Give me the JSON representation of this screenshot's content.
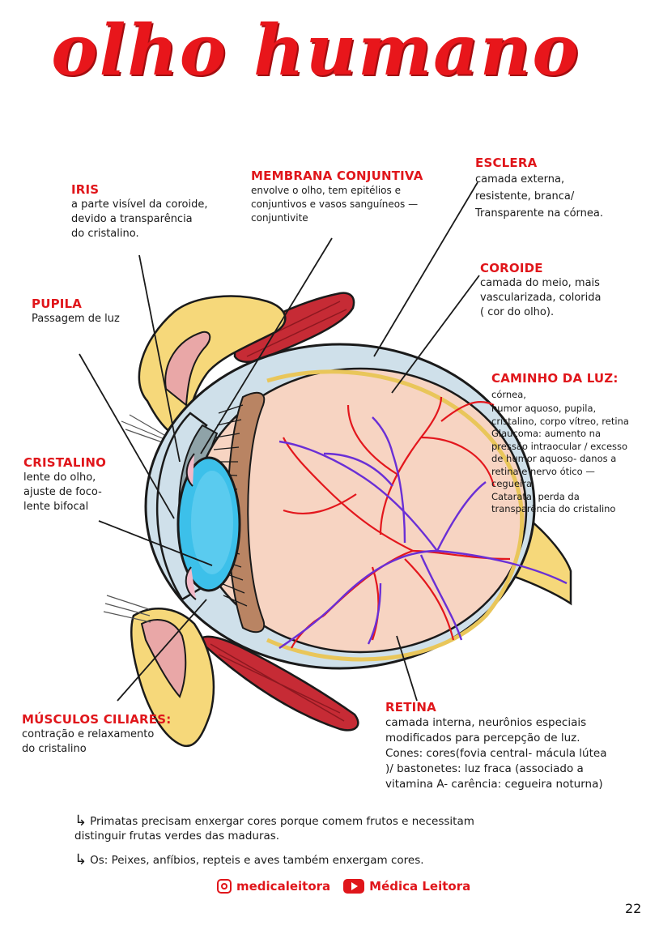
{
  "title": "olho humano",
  "labels": {
    "iris": {
      "heading": "IRIS",
      "body": "a parte visível da coroide,\ndevido a transparência\ndo cristalino."
    },
    "membrana": {
      "heading": "MEMBRANA CONJUNTIVA",
      "body": "envolve o olho, tem epitélios e\nconjuntivos e vasos sanguíneos —\nconjuntivite"
    },
    "esclera": {
      "heading": "ESCLERA",
      "body": " camada externa,\nresistente, branca/\nTransparente na córnea."
    },
    "coroide": {
      "heading": "COROIDE",
      "body": "camada do meio, mais\nvascularizada, colorida\n( cor do olho)."
    },
    "pupila": {
      "heading": "PUPILA",
      "body": "Passagem de luz"
    },
    "caminho": {
      "heading": "CAMINHO DA LUZ:",
      "inline": " córnea,",
      "body": "humor aquoso, pupila,\ncristalino, corpo vítreo, retina\nGlaucoma: aumento na\npressão intraocular / excesso\nde humor aquoso- danos a\nretina e nervo ótico —\ncegueira.\nCatarata: perda da\ntransparência do cristalino"
    },
    "cristalino": {
      "heading": "CRISTALINO",
      "body": " lente do olho,\najuste de foco-\nlente bifocal"
    },
    "musculos": {
      "heading": "MÚSCULOS CILIARES:",
      "body": "contração e relaxamento\ndo cristalino"
    },
    "retina": {
      "heading": "RETINA",
      "body": "camada interna, neurônios especiais\nmodificados para percepção de luz.\nCones: cores(fovia central- mácula lútea\n)/ bastonetes: luz fraca (associado a\nvitamina A- carência: cegueira noturna)"
    }
  },
  "notes": [
    "Primatas precisam enxergar cores porque comem frutos e necessitam distinguir frutas verdes das maduras.",
    "Os: Peixes, anfíbios, repteis e aves também enxergam cores."
  ],
  "footer": {
    "instagram": "medicaleitora",
    "youtube": "Médica Leitora"
  },
  "page_number": "22",
  "colors": {
    "accent": "#e0161b",
    "sclera": "#cfe0ea",
    "vitreous": "#f7d4c2",
    "lens": "#3cc0ea",
    "muscle": "#c62b35",
    "fat": "#f6d87a",
    "choroid": "#b98463",
    "veins": "#6a2fd6",
    "arteries": "#e3171d"
  }
}
